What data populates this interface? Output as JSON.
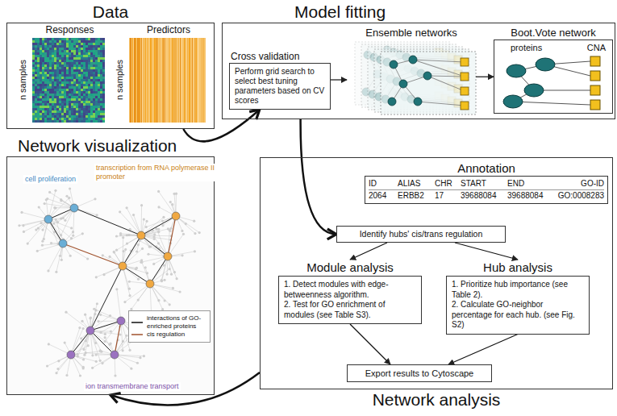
{
  "diagram": {
    "nodes": [
      {
        "text": [
          "Data"
        ]
      },
      {
        "text": [
          "Responses",
          "n samples"
        ],
        "in": 0
      },
      {
        "text": [
          "Predictors",
          "n samples"
        ],
        "in": 0
      },
      {
        "text": [
          "Model fitting"
        ]
      },
      {
        "text": [
          "Cross validation",
          "Perform grid search to select best tuning parameters based on CV scores"
        ],
        "in": 3
      },
      {
        "text": [
          "Ensemble networks"
        ],
        "in": 3
      },
      {
        "text": [
          "Boot.Vote network",
          "proteins",
          "CNA"
        ],
        "in": 3
      },
      {
        "text": [
          "Network visualization"
        ]
      },
      {
        "text": [
          "Network analysis"
        ]
      },
      {
        "text": [
          "Annotation"
        ],
        "in": 8
      },
      {
        "text": [
          "Identify hubs' cis/trans regulation"
        ],
        "in": 8
      },
      {
        "text": [
          "Module analysis",
          "1. Detect modules with edge-betweenness algorithm.",
          "2. Test for GO enrichment of modules (see Table S3)."
        ],
        "in": 8
      },
      {
        "text": [
          "Hub analysis",
          "1. Prioritize hub importance (see Table 2).",
          "2. Calculate GO-neighbor percentage for each hub. (see Fig. S2)"
        ],
        "in": 8
      },
      {
        "text": [
          "Export results to Cytoscape"
        ],
        "in": 8
      }
    ],
    "edges": [
      {
        "from": 0,
        "to": 4,
        "arrow": "to"
      },
      {
        "from": 4,
        "to": 5,
        "arrow": "to"
      },
      {
        "from": 5,
        "to": 6,
        "arrow": "to"
      },
      {
        "from": 3,
        "to": 10,
        "arrow": "to"
      },
      {
        "from": 10,
        "to": 11,
        "arrow": "to"
      },
      {
        "from": 10,
        "to": 12,
        "arrow": "to"
      },
      {
        "from": 11,
        "to": 13,
        "arrow": "to"
      },
      {
        "from": 12,
        "to": 13,
        "arrow": "to"
      },
      {
        "from": 8,
        "to": 7,
        "arrow": "to"
      }
    ],
    "labels": [
      "ID",
      "ALIAS",
      "CHR",
      "START",
      "END",
      "GO-ID",
      "2064",
      "ERBB2",
      "17",
      "39688084",
      "39688084",
      "GO:0008283",
      "cell proliferation",
      "transcription from RNA polymerase II promoter",
      "ion transmembrane transport"
    ],
    "legend": [
      {
        "text": "interactions of GO-enriched proteins"
      },
      {
        "text": "cis regulation"
      }
    ]
  }
}
